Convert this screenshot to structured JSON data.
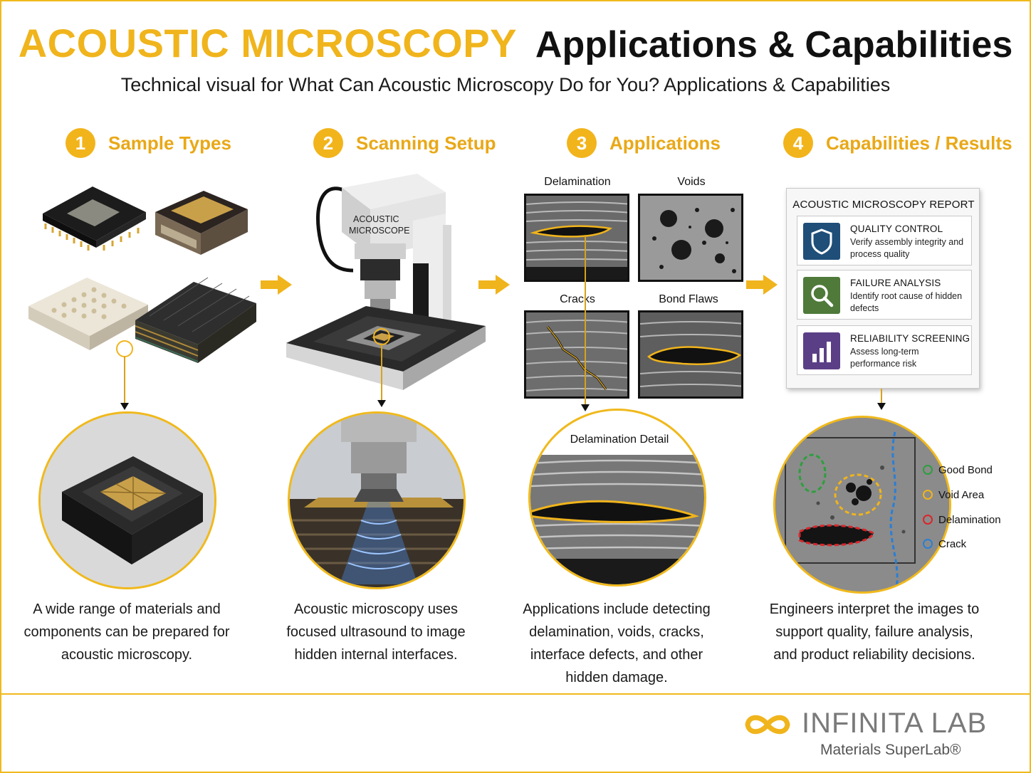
{
  "header": {
    "title_highlight": "ACOUSTIC MICROSCOPY",
    "title_rest": "Applications & Capabilities",
    "subtitle": "Technical visual for What Can Acoustic Microscopy Do for You? Applications & Capabilities"
  },
  "steps": [
    {
      "number": "1",
      "label": "Sample Types",
      "caption": "A wide range of materials and components can be prepared for acoustic microscopy."
    },
    {
      "number": "2",
      "label": "Scanning Setup",
      "caption": "Acoustic microscopy uses focused ultrasound to image hidden internal interfaces."
    },
    {
      "number": "3",
      "label": "Applications",
      "caption": "Applications include detecting delamination, voids, cracks, interface defects, and other hidden damage."
    },
    {
      "number": "4",
      "label": "Capabilities / Results",
      "caption": "Engineers interpret the images to support quality, failure analysis, and product reliability decisions."
    }
  ],
  "microscope": {
    "label_line1": "ACOUSTIC",
    "label_line2": "MICROSCOPE"
  },
  "applications": {
    "scans": [
      "Delamination",
      "Voids",
      "Cracks",
      "Bond Flaws"
    ],
    "detail_title": "Delamination Detail"
  },
  "report": {
    "title": "ACOUSTIC MICROSCOPY REPORT",
    "items": [
      {
        "heading": "QUALITY CONTROL",
        "desc": "Verify assembly integrity and process quality",
        "icon": "shield-icon",
        "color": "#1f4e79"
      },
      {
        "heading": "FAILURE ANALYSIS",
        "desc": "Identify root cause of hidden defects",
        "icon": "magnifier-icon",
        "color": "#4f7a3a"
      },
      {
        "heading": "RELIABILITY SCREENING",
        "desc": "Assess long-term performance risk",
        "icon": "bar-chart-icon",
        "color": "#5b3f86"
      }
    ]
  },
  "legend": [
    {
      "label": "Good Bond",
      "color": "#2e9e3e"
    },
    {
      "label": "Void Area",
      "color": "#f0b41c"
    },
    {
      "label": "Delamination",
      "color": "#d9262b"
    },
    {
      "label": "Crack",
      "color": "#2a7fd4"
    }
  ],
  "brand": {
    "name": "INFINITA LAB",
    "tagline": "Materials SuperLab®",
    "accent": "#f0b41c"
  }
}
